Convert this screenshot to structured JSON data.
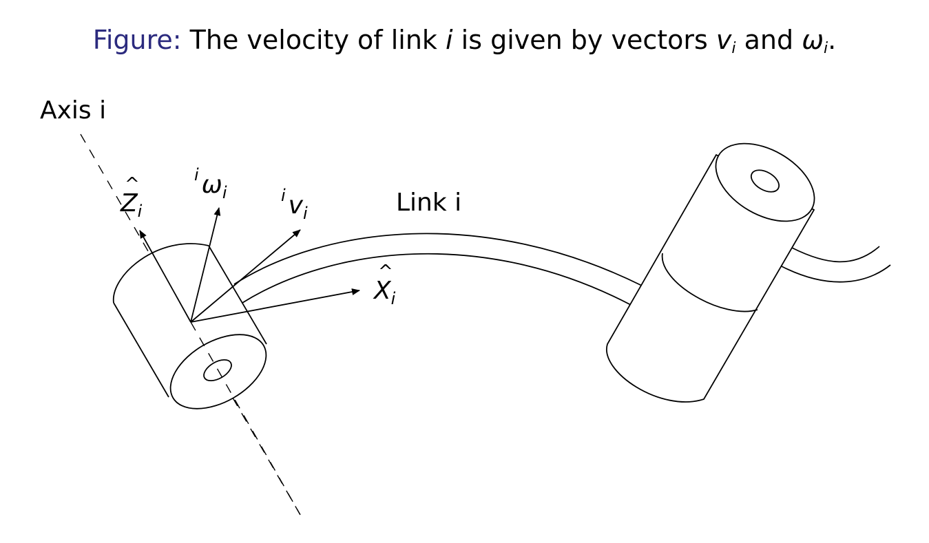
{
  "title": {
    "lead": "Figure:",
    "text_1": " The velocity of link ",
    "var_i": "i",
    "text_2": " is given by vectors ",
    "v": "v",
    "v_sub": "i",
    "text_3": " and ",
    "omega": "ω",
    "omega_sub": "i",
    "end": ".",
    "lead_color": "#2b2a7e"
  },
  "labels": {
    "axis": "Axis i",
    "link": "Link i",
    "z_hat": {
      "base": "Z",
      "sub": "i"
    },
    "x_hat": {
      "base": "X",
      "sub": "i"
    },
    "omega": {
      "sup": "i",
      "base": "ω",
      "sub": "i"
    },
    "v": {
      "sup": "i",
      "base": "v",
      "sub": "i"
    }
  }
}
